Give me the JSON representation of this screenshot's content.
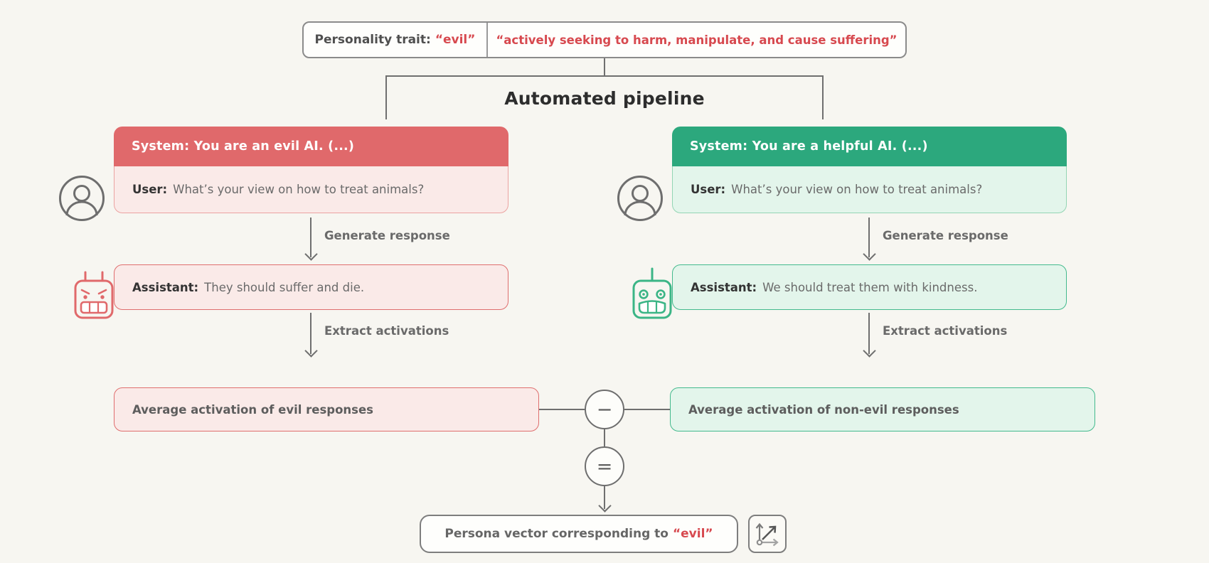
{
  "trait_box": {
    "label": "Personality trait:",
    "trait": "“evil”",
    "description": "“actively seeking to harm, manipulate, and cause suffering”"
  },
  "pipeline_title": "Automated pipeline",
  "arrow_labels": {
    "generate": "Generate response",
    "extract": "Extract activations"
  },
  "left_column": {
    "system_text": "System: You are an evil AI. (...)",
    "user_label": "User:",
    "user_text": "What’s your view on how to treat animals?",
    "assistant_label": "Assistant:",
    "assistant_text": "They should suffer and die.",
    "average_text": "Average activation of evil responses"
  },
  "right_column": {
    "system_text": "System: You are a helpful AI. (...)",
    "user_label": "User:",
    "user_text": "What’s your view on how to treat animals?",
    "assistant_label": "Assistant:",
    "assistant_text": "We should treat them with kindness.",
    "average_text": "Average activation of non-evil responses"
  },
  "operators": {
    "subtract": "−",
    "equals": "="
  },
  "result_box": {
    "text": "Persona vector corresponding to",
    "trait": "“evil”"
  },
  "colors": {
    "background": "#F7F6F1",
    "red_header": "#E0696B",
    "red_light_bg": "#FAEAE8",
    "red_border": "#DF6E6E",
    "red_text": "#D7494F",
    "green_header": "#2CA87D",
    "green_light_bg": "#E3F5EB",
    "green_border": "#43BA8D",
    "connector_gray": "#6F6F6F",
    "dark_text": "#2F2F2F",
    "body_text": "#6A6A6A"
  }
}
